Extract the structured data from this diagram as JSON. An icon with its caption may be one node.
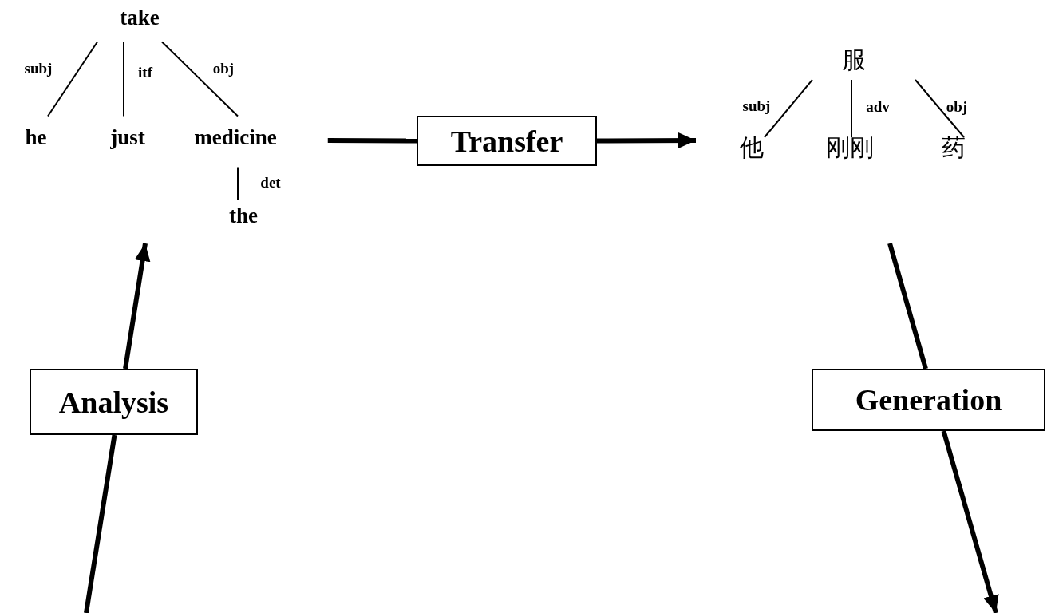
{
  "diagram": {
    "nodes": [
      {
        "text": [
          "take"
        ]
      },
      {
        "text": [
          "he"
        ]
      },
      {
        "text": [
          "just"
        ]
      },
      {
        "text": [
          "medicine"
        ]
      },
      {
        "text": [
          "the"
        ]
      },
      {
        "text": [
          "Transfer"
        ]
      },
      {
        "text": [
          "服"
        ]
      },
      {
        "text": [
          "他"
        ]
      },
      {
        "text": [
          "刚刚"
        ]
      },
      {
        "text": [
          "药"
        ]
      },
      {
        "text": [
          "Analysis"
        ]
      },
      {
        "text": [
          "Generation"
        ]
      }
    ],
    "edges": [
      {
        "from": 0,
        "to": 1,
        "arrow": "none",
        "label": "subj"
      },
      {
        "from": 0,
        "to": 2,
        "arrow": "none",
        "label": "itf"
      },
      {
        "from": 0,
        "to": 3,
        "arrow": "none",
        "label": "obj"
      },
      {
        "from": 3,
        "to": 4,
        "arrow": "none",
        "label": "det"
      },
      {
        "from": 6,
        "to": 7,
        "arrow": "none",
        "label": "subj"
      },
      {
        "from": 6,
        "to": 8,
        "arrow": "none",
        "label": "adv"
      },
      {
        "from": 6,
        "to": 9,
        "arrow": "none",
        "label": "obj"
      },
      {
        "from": 3,
        "to": 5,
        "arrow": "none",
        "style": "thick"
      },
      {
        "from": 5,
        "to": 7,
        "arrow": "to",
        "style": "thick"
      },
      {
        "from": null,
        "to": 10,
        "arrow": "none",
        "style": "thick"
      },
      {
        "from": 10,
        "to": null,
        "arrow": "to",
        "style": "thick"
      },
      {
        "from": null,
        "to": 11,
        "arrow": "none",
        "style": "thick"
      },
      {
        "from": 11,
        "to": null,
        "arrow": "to",
        "style": "thick"
      }
    ]
  }
}
